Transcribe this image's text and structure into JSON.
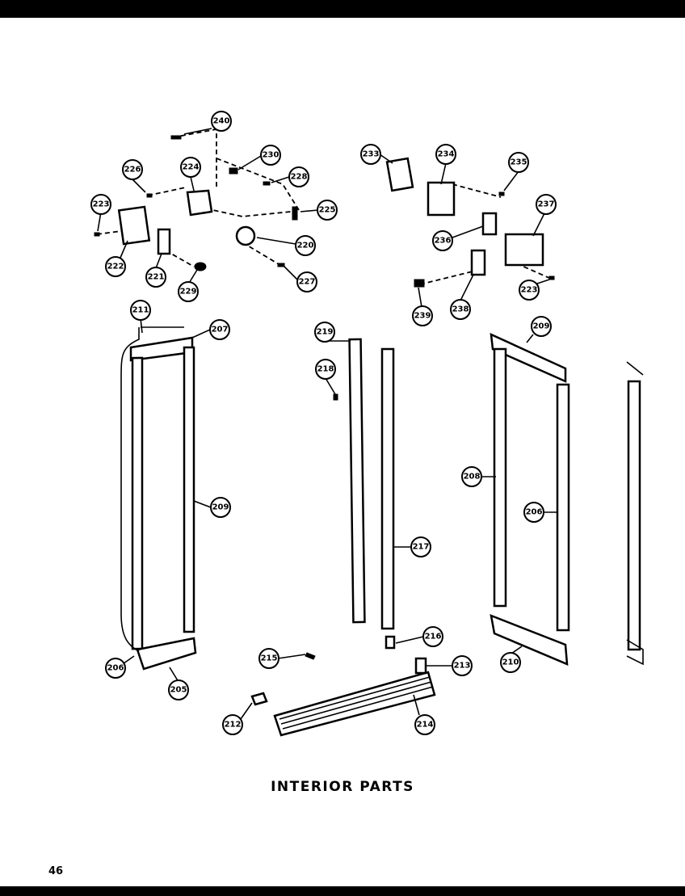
{
  "title": "INTERIOR PARTS",
  "page_number": "46",
  "callouts": {
    "c240": "240",
    "c230": "230",
    "c228a": "228",
    "c226": "226",
    "c224": "224",
    "c223a": "223",
    "c225": "225",
    "c220": "220",
    "c222": "222",
    "c221": "221",
    "c229": "229",
    "c227": "227",
    "c233": "233",
    "c234": "234",
    "c235": "235",
    "c237": "237",
    "c236": "236",
    "c223b": "223",
    "c239": "239",
    "c238": "238",
    "c211": "211",
    "c207": "207",
    "c219": "219",
    "c218": "218",
    "c209a": "209",
    "c208": "208",
    "c209b": "209",
    "c206": "206",
    "c217": "217",
    "c216": "216",
    "c210": "210",
    "c205": "205",
    "c215": "215",
    "c213": "213",
    "c212": "212",
    "c214": "214"
  }
}
